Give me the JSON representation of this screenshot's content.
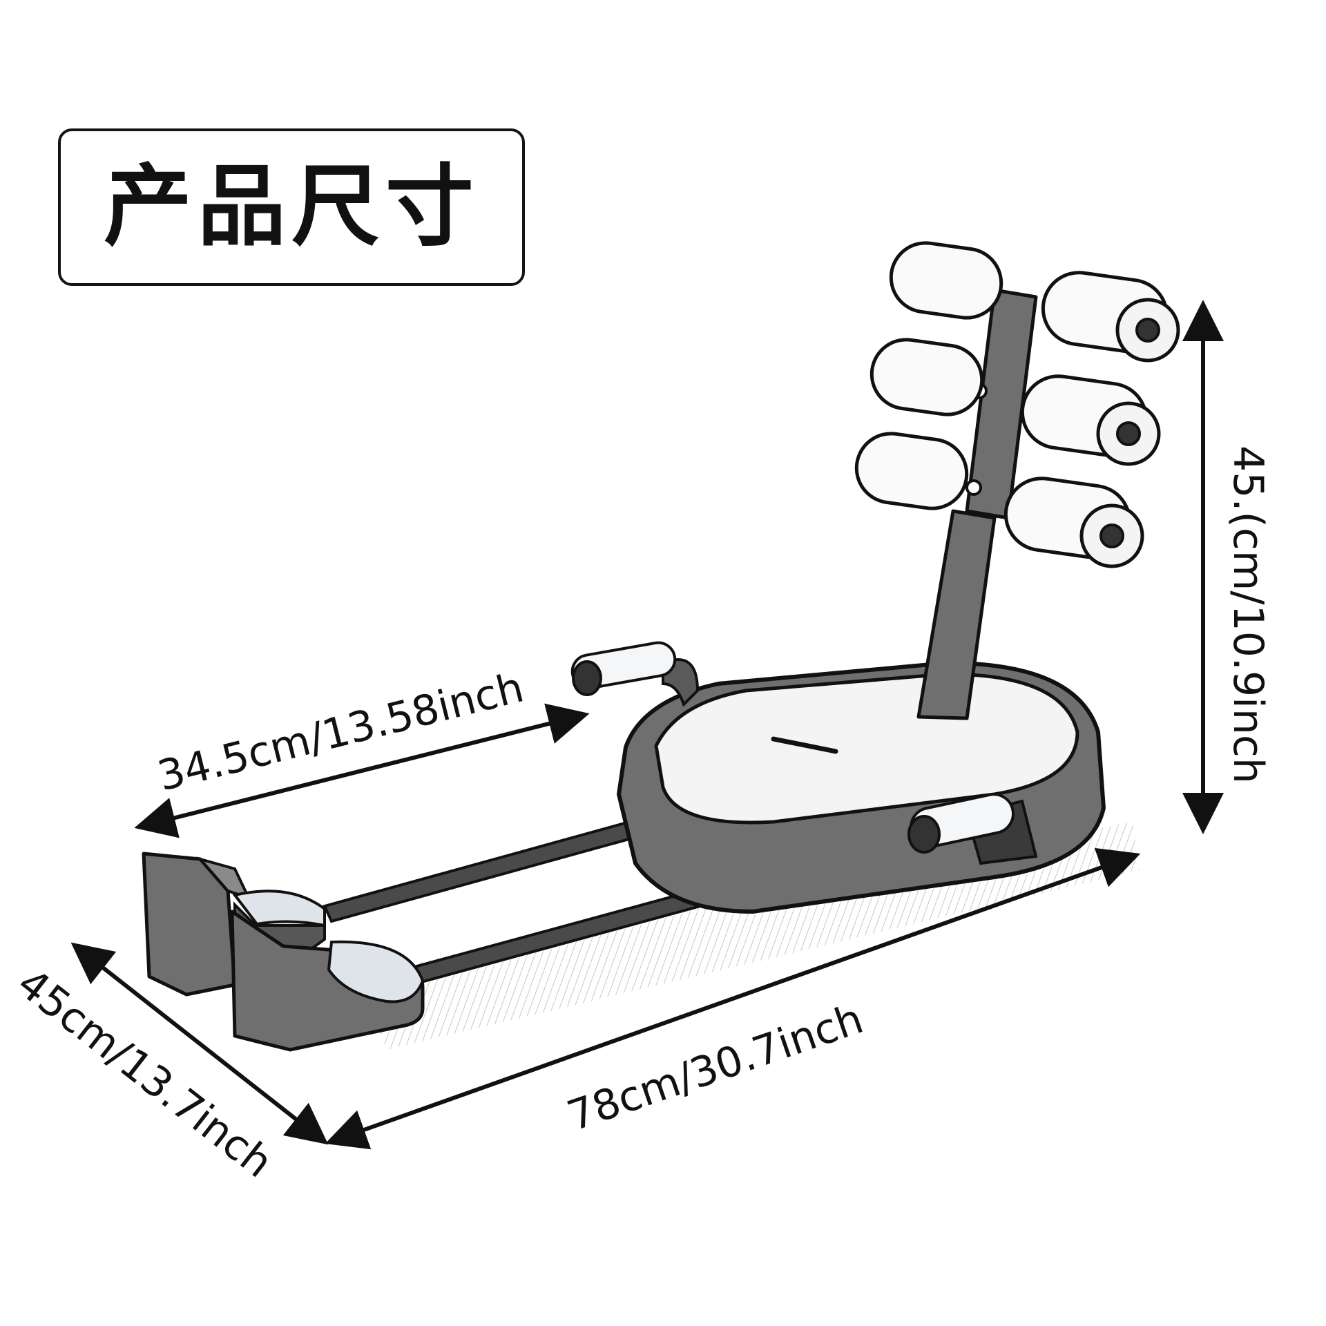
{
  "title": "产品尺寸",
  "dimensions": {
    "width_top": "34.5cm/13.58inch",
    "height": "45.(cm/10.9inch",
    "depth": "45cm/13.7inch",
    "length": "78cm/30.7inch"
  },
  "colors": {
    "ink": "#111111",
    "frame_gray": "#6f6f6f",
    "seat_top": "#f4f4f4",
    "roller": "#fafafa"
  }
}
